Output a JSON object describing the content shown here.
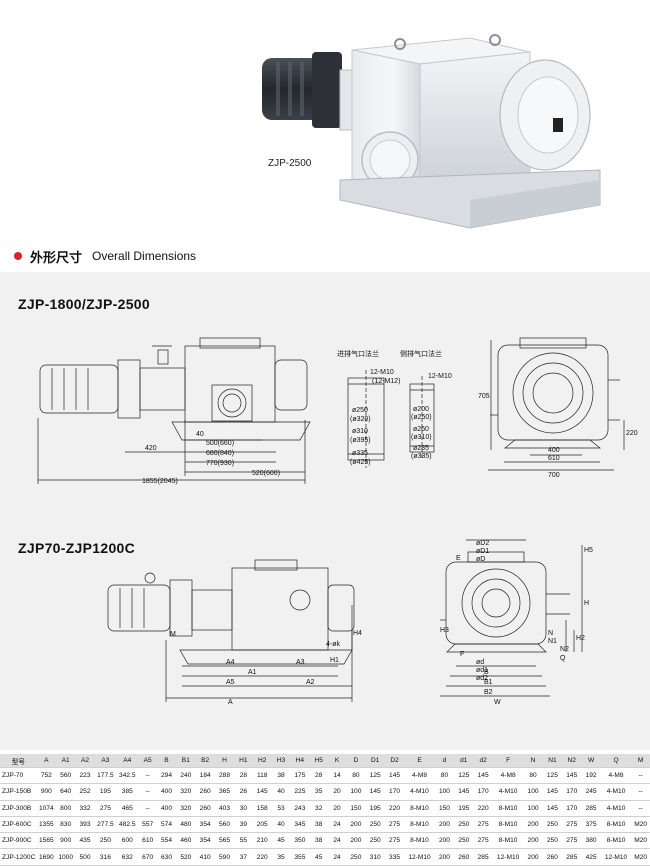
{
  "hero": {
    "model_label": "ZJP-2500"
  },
  "section": {
    "title_cn": "外形尺寸",
    "title_en": "Overall Dimensions",
    "dot_color": "#e0202a"
  },
  "drawing1": {
    "title": "ZJP-1800/ZJP-2500",
    "dims": [
      "420",
      "500(660)",
      "680(840)",
      "770(930)",
      "520(600)",
      "1855(2045)",
      "40"
    ],
    "inlet_flange": {
      "label": "进排气口法兰",
      "bolts": "12-M10",
      "bolts_alt": "(12-M12)",
      "dims": [
        "ø250",
        "(ø320)",
        "ø310",
        "(ø395)",
        "ø335",
        "(ø425)"
      ]
    },
    "side_flange": {
      "label": "侧排气口法兰",
      "bolts": "12-M10",
      "dims": [
        "ø200",
        "(ø250)",
        "ø260",
        "(ø310)",
        "ø285",
        "(ø335)"
      ]
    },
    "side_dims": [
      "705",
      "400",
      "610",
      "700",
      "220"
    ]
  },
  "drawing2": {
    "title": "ZJP70-ZJP1200C",
    "dims": [
      "A4",
      "A3",
      "A1",
      "A5",
      "A2",
      "A",
      "H4",
      "H1",
      "M",
      "4-øk"
    ],
    "side_dims": [
      "E",
      "øD2",
      "øD1",
      "øD",
      "H5",
      "N",
      "N1",
      "N2",
      "H",
      "H2",
      "H3",
      "Q",
      "F",
      "ød",
      "ød1",
      "ød2",
      "B",
      "B1",
      "B2",
      "W"
    ]
  },
  "table": {
    "headers": [
      "型号",
      "A",
      "A1",
      "A2",
      "A3",
      "A4",
      "A5",
      "B",
      "B1",
      "B2",
      "H",
      "H1",
      "H2",
      "H3",
      "H4",
      "H5",
      "K",
      "D",
      "D1",
      "D2",
      "E",
      "d",
      "d1",
      "d2",
      "F",
      "N",
      "N1",
      "N2",
      "W",
      "Q",
      "M"
    ],
    "rows": [
      [
        "ZJP-70",
        "752",
        "560",
        "223",
        "177.5",
        "342.5",
        "--",
        "294",
        "240",
        "184",
        "288",
        "28",
        "118",
        "38",
        "175",
        "28",
        "14",
        "80",
        "125",
        "145",
        "4-M8",
        "80",
        "125",
        "145",
        "4-M8",
        "80",
        "125",
        "145",
        "192",
        "4-M8",
        "--"
      ],
      [
        "ZJP-150B",
        "900",
        "640",
        "252",
        "195",
        "385",
        "--",
        "400",
        "320",
        "260",
        "365",
        "26",
        "145",
        "40",
        "225",
        "35",
        "20",
        "100",
        "145",
        "170",
        "4-M10",
        "100",
        "145",
        "170",
        "4-M10",
        "100",
        "145",
        "170",
        "245",
        "4-M10",
        "--"
      ],
      [
        "ZJP-300B",
        "1074",
        "800",
        "332",
        "275",
        "465",
        "--",
        "400",
        "320",
        "260",
        "403",
        "30",
        "158",
        "53",
        "243",
        "32",
        "20",
        "150",
        "195",
        "220",
        "8-M10",
        "150",
        "195",
        "220",
        "8-M10",
        "100",
        "145",
        "170",
        "285",
        "4-M10",
        "--"
      ],
      [
        "ZJP-600C",
        "1355",
        "830",
        "393",
        "277.5",
        "482.5",
        "557",
        "574",
        "480",
        "354",
        "560",
        "39",
        "205",
        "40",
        "345",
        "38",
        "24",
        "200",
        "250",
        "275",
        "8-M10",
        "200",
        "250",
        "275",
        "8-M10",
        "200",
        "250",
        "275",
        "375",
        "8-M10",
        "M20"
      ],
      [
        "ZJP-900C",
        "1565",
        "900",
        "435",
        "250",
        "600",
        "610",
        "554",
        "460",
        "354",
        "565",
        "55",
        "210",
        "45",
        "350",
        "38",
        "24",
        "200",
        "250",
        "275",
        "8-M10",
        "200",
        "250",
        "275",
        "8-M10",
        "200",
        "250",
        "275",
        "380",
        "8-M10",
        "M20"
      ],
      [
        "ZJP-1200C",
        "1690",
        "1000",
        "500",
        "316",
        "632",
        "670",
        "630",
        "520",
        "410",
        "590",
        "37",
        "220",
        "35",
        "355",
        "45",
        "24",
        "250",
        "310",
        "335",
        "12-M10",
        "200",
        "260",
        "285",
        "12-M10",
        "200",
        "260",
        "285",
        "425",
        "12-M10",
        "M20"
      ]
    ]
  }
}
